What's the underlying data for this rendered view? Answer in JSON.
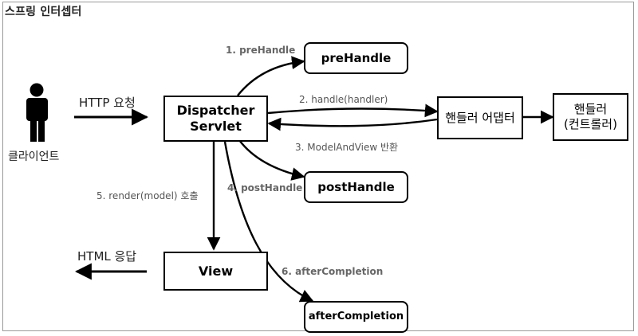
{
  "frame_title": "스프링 인터셉터",
  "client": {
    "label": "클라이언트"
  },
  "nodes": {
    "dispatcher_line1": "Dispatcher",
    "dispatcher_line2": "Servlet",
    "prehandle": "preHandle",
    "posthandle": "postHandle",
    "aftercompletion": "afterCompletion",
    "adapter": "핸들러 어댑터",
    "handler_line1": "핸들러",
    "handler_line2": "(컨트롤러)",
    "view": "View"
  },
  "edges": {
    "http_request": "HTTP 요청",
    "html_response": "HTML 응답",
    "step1": "1. preHandle",
    "step2": "2. handle(handler)",
    "step3": "3. ModelAndView 반환",
    "step4": "4. postHandle",
    "step5": "5. render(model) 호출",
    "step6": "6. afterCompletion"
  }
}
